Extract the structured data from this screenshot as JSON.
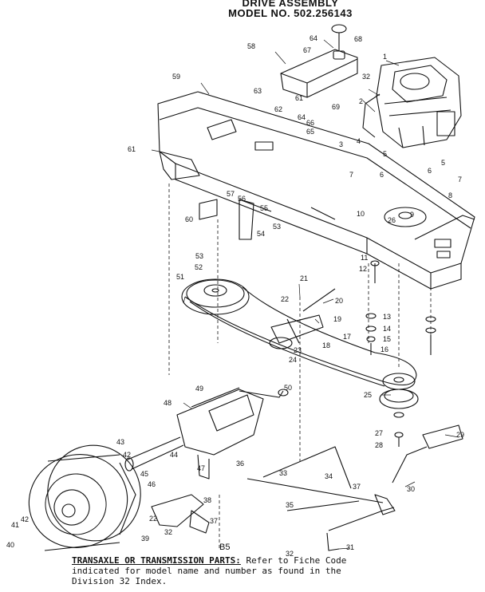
{
  "header": {
    "title_line1": "DRIVE ASSEMBLY",
    "title_line2": "MODEL NO. 502.256143"
  },
  "figure_code": "B5",
  "footnote": {
    "lead": "TRANSAXLE OR TRANSMISSION PARTS:",
    "line1_rest": "Refer to Fiche Code",
    "line2": "indicated for model name and number as found in the",
    "line3": "Division 32 Index."
  },
  "callouts": [
    "1",
    "2",
    "3",
    "4",
    "5",
    "6",
    "7",
    "8",
    "9",
    "10",
    "11",
    "12",
    "13",
    "14",
    "15",
    "16",
    "17",
    "19",
    "20",
    "21",
    "22",
    "23",
    "24",
    "25",
    "26",
    "27",
    "28",
    "29",
    "30",
    "31",
    "32",
    "33",
    "34",
    "35",
    "36",
    "37",
    "38",
    "39",
    "40",
    "41",
    "42",
    "43",
    "44",
    "45",
    "46",
    "47",
    "48",
    "49",
    "50",
    "51",
    "52",
    "53",
    "54",
    "55",
    "56",
    "57",
    "58",
    "59",
    "60",
    "61",
    "62",
    "63",
    "64",
    "65",
    "66",
    "67",
    "68",
    "69"
  ],
  "colors": {
    "ink": "#111111",
    "paper": "#ffffff"
  }
}
